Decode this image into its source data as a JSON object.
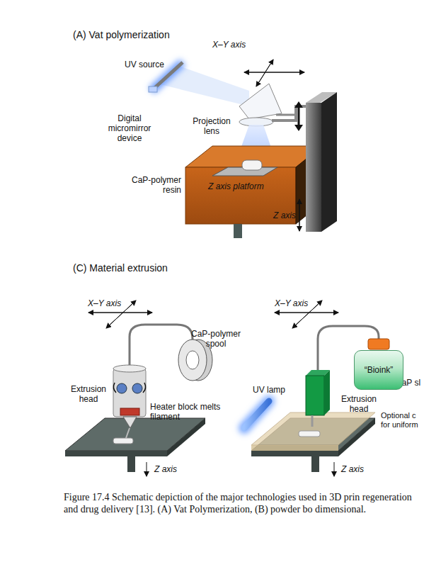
{
  "diagram": {
    "caption": "Figure 17.4 Schematic depiction of the major technologies used in 3D prin regeneration and drug delivery [13]. (A) Vat Polymerization, (B) powder bo dimensional.",
    "nodes": [
      {
        "text": [
          "“Bioink”"
        ]
      }
    ],
    "labels": [
      "(A) Vat polymerization",
      "UV source",
      "X–Y axis",
      "Digital micromirror device",
      "Projection lens",
      "CaP-polymer resin",
      "Z axis platform",
      "Z axis",
      "(C) Material extrusion",
      "X–Y axis",
      "CaP-polymer spool",
      "Extrusion head",
      "Heater block melts filament",
      "Z axis",
      "X–Y axis",
      "UV lamp",
      "Extrusion head",
      "CaP sl",
      "Optional c for uniform",
      "Z axis"
    ]
  }
}
